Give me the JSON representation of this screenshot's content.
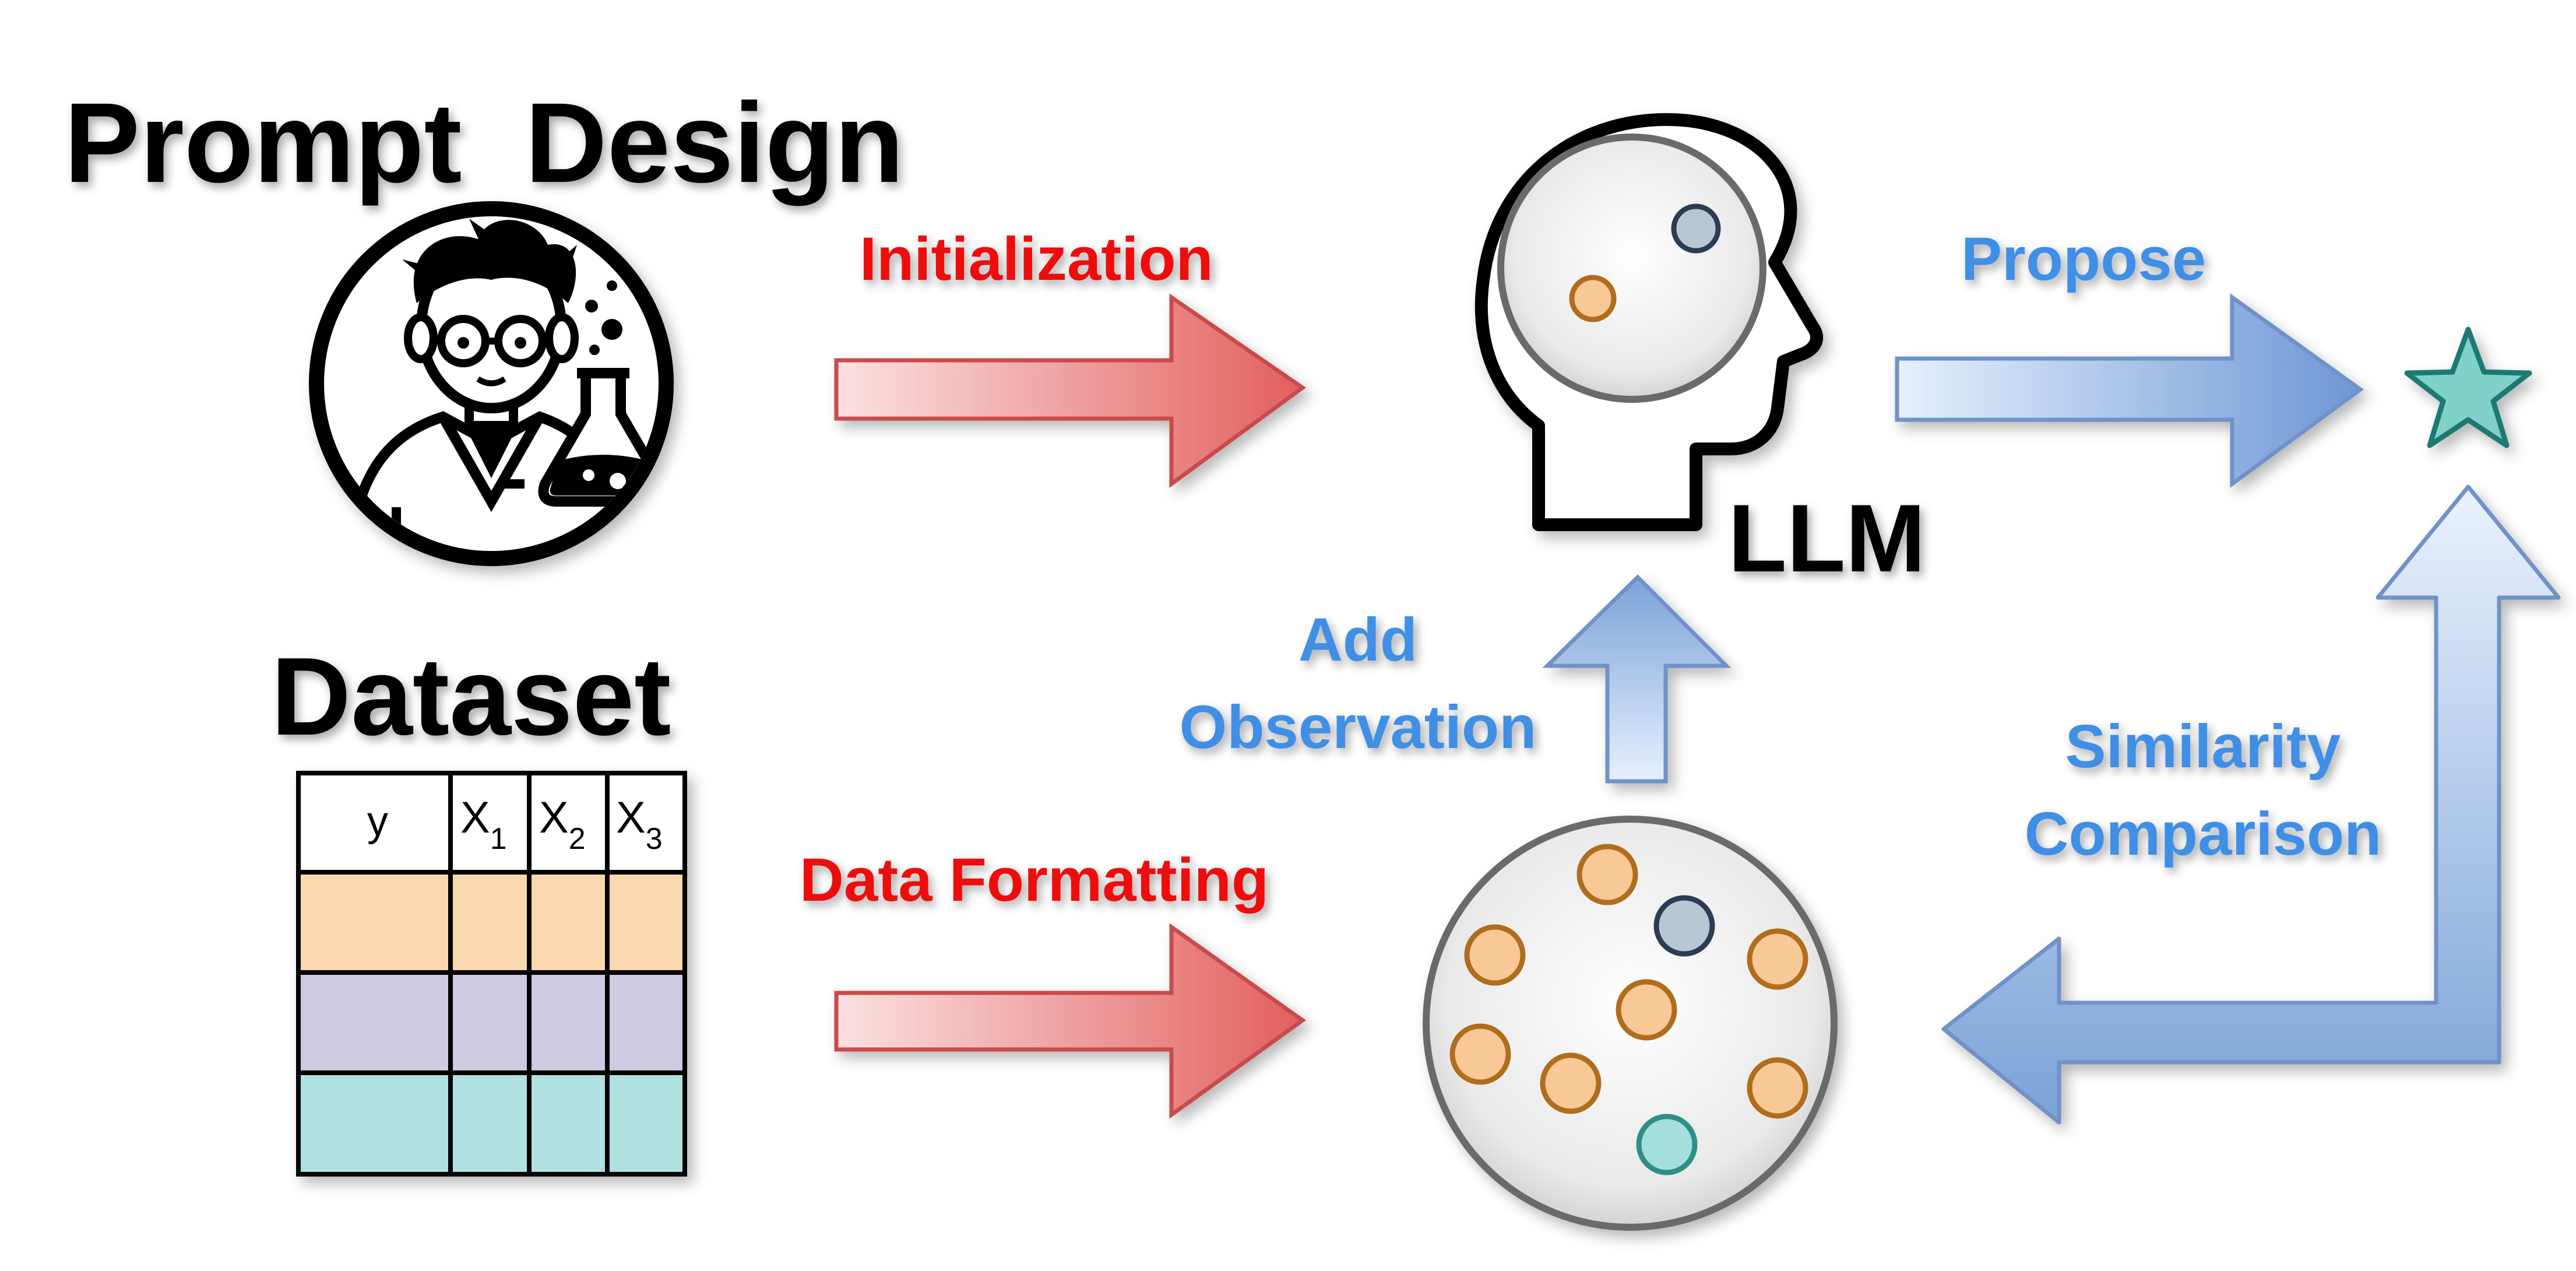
{
  "headings": {
    "prompt_design": "Prompt  Design",
    "dataset": "Dataset",
    "llm": "LLM"
  },
  "arrow_labels": {
    "initialization": "Initialization",
    "data_formatting": "Data Formatting",
    "propose": "Propose",
    "add_line1": "Add",
    "add_line2": "Observation",
    "similarity_line1": "Similarity",
    "similarity_line2": "Comparison"
  },
  "table": {
    "headers": [
      {
        "base": "y",
        "sub": ""
      },
      {
        "base": "X",
        "sub": "1"
      },
      {
        "base": "X",
        "sub": "2"
      },
      {
        "base": "X",
        "sub": "3"
      }
    ],
    "row_colors": [
      "#f9d8b0",
      "#cdcbe1",
      "#b1e0e1"
    ]
  },
  "colors": {
    "red_label": "#ee1111",
    "blue_label": "#3f8fe6",
    "red_arrow": "#e46a6a",
    "blue_arrow": "#7ea3d8",
    "orange_dot": "#f8c896",
    "navy_dot": "#b9c6d3",
    "teal_dot": "#a5dfdb",
    "star": "#7fd1ca"
  },
  "icons": [
    "scientist-icon",
    "head-icon",
    "star-icon"
  ]
}
